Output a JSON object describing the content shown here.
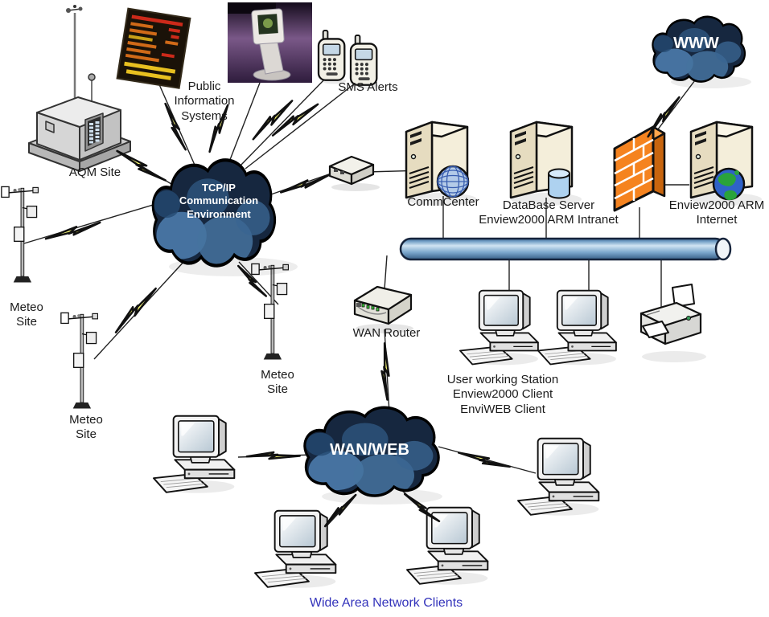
{
  "colors": {
    "cloud_navy": "#16273f",
    "cloud_blue": "#4f80b2",
    "lightning_yellow": "#ffff33",
    "firewall_orange": "#f5831f",
    "backbone_blue": "#7fa8cc",
    "server_beige": "#e8dfc2",
    "caption_blue": "#3333bb",
    "label_black": "#1a1a1a",
    "cloud_text_white": "#ffffff"
  },
  "nodes": {
    "aqm_site": {
      "label": "AQM Site"
    },
    "public_information": {
      "label": "Public\nInformation\nSystems"
    },
    "sms_alerts": {
      "label": "SMS Alerts"
    },
    "tcpip_cloud": {
      "label": "TCP/IP\nCommunication\nEnvironment"
    },
    "www_cloud": {
      "label": "WWW"
    },
    "comm_center": {
      "label": "CommCenter"
    },
    "database_server": {
      "label": "DataBase Server\nEnview2000 ARM Intranet"
    },
    "enview_internet_server": {
      "label": "Enview2000 ARM\nInternet"
    },
    "wan_router": {
      "label": "WAN Router"
    },
    "user_workstations": {
      "label": "User working Station\nEnview2000 Client\nEnviWEB Client"
    },
    "meteo_sites": {
      "label_1": "Meteo\nSite",
      "label_2": "Meteo\nSite",
      "label_3": "Meteo\nSite"
    },
    "wan_web_cloud": {
      "label": "WAN/WEB"
    },
    "wan_clients": {
      "caption": "Wide Area Network Clients"
    }
  }
}
